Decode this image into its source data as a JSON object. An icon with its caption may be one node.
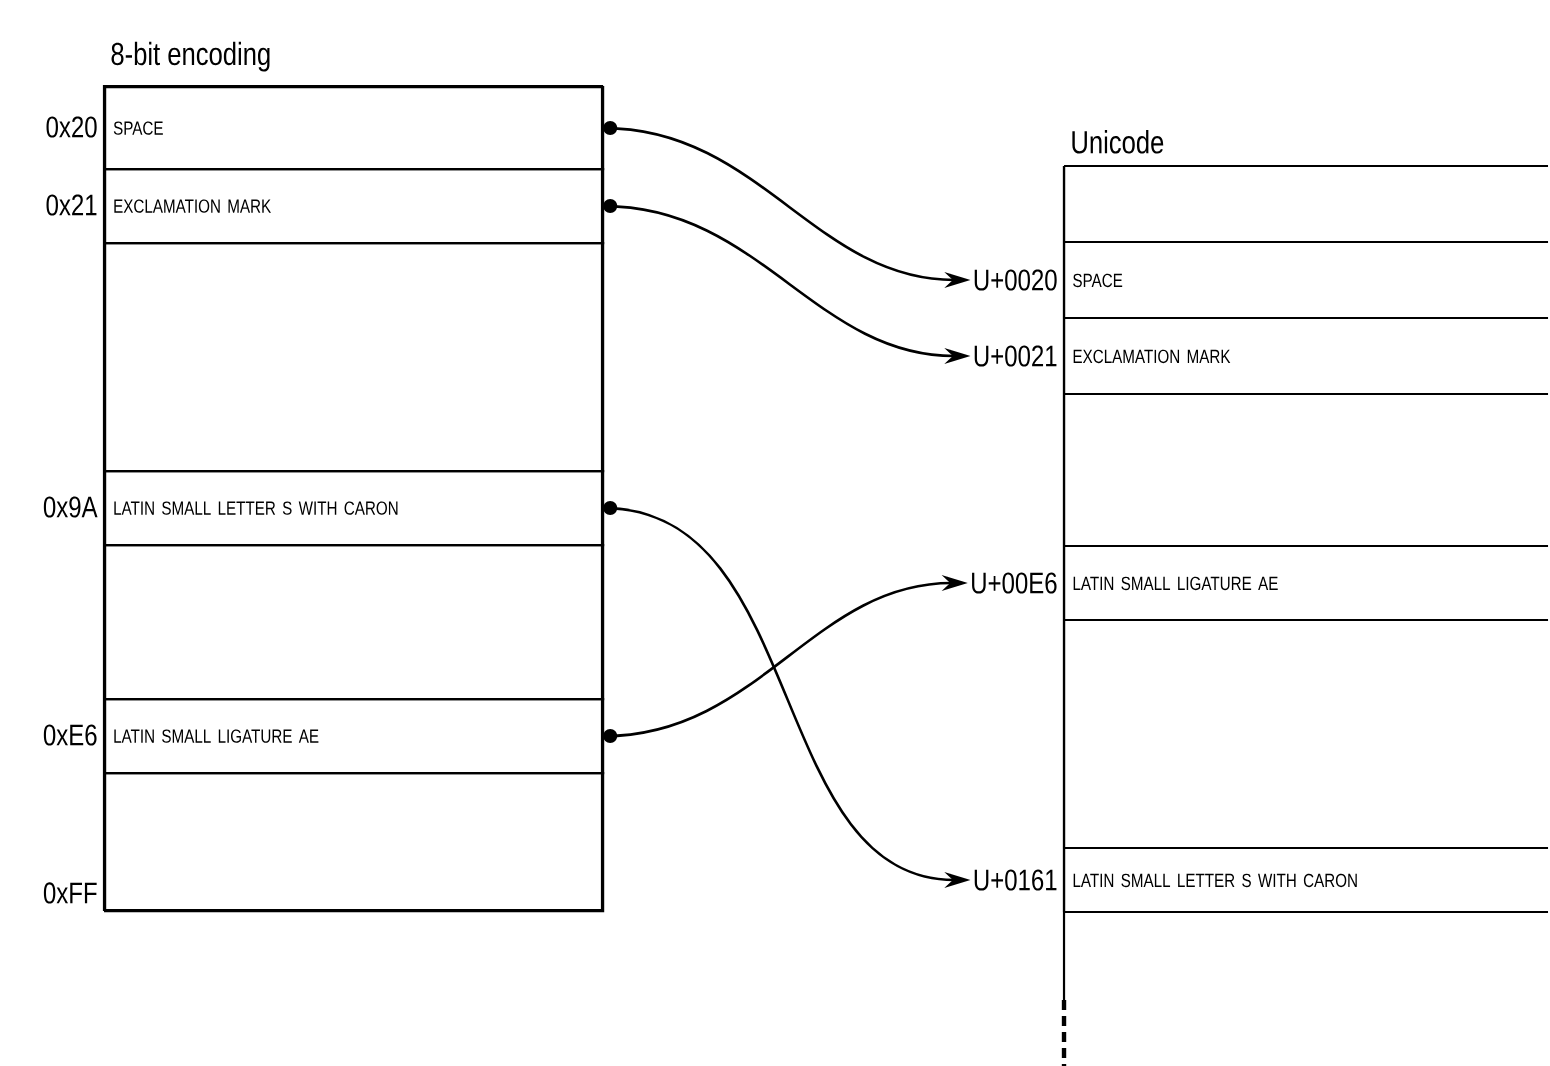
{
  "diagram": {
    "nodes": [
      {
        "text": [
          "8-bit encoding"
        ]
      },
      {
        "text": [
          "0x20",
          "SPACE"
        ],
        "in": 0
      },
      {
        "text": [
          "0x21",
          "EXCLAMATION MARK"
        ],
        "in": 0
      },
      {
        "text": [],
        "shape": "box",
        "in": 0
      },
      {
        "text": [
          "0x9A",
          "LATIN SMALL LETTER S WITH CARON"
        ],
        "in": 0
      },
      {
        "text": [],
        "shape": "box",
        "in": 0
      },
      {
        "text": [
          "0xE6",
          "LATIN SMALL LIGATURE AE"
        ],
        "in": 0
      },
      {
        "text": [
          "0xFF"
        ],
        "in": 0
      },
      {
        "text": [
          "Unicode"
        ]
      },
      {
        "text": [],
        "shape": "box",
        "in": 8
      },
      {
        "text": [
          "U+0020",
          "SPACE"
        ],
        "in": 8
      },
      {
        "text": [
          "U+0021",
          "EXCLAMATION MARK"
        ],
        "in": 8
      },
      {
        "text": [],
        "shape": "box",
        "in": 8
      },
      {
        "text": [
          "U+00E6",
          "LATIN SMALL LIGATURE AE"
        ],
        "in": 8
      },
      {
        "text": [],
        "shape": "box",
        "in": 8
      },
      {
        "text": [
          "U+0161",
          "LATIN SMALL LETTER S WITH CARON"
        ],
        "in": 8
      }
    ],
    "edges": [
      {
        "from": 1,
        "to": 10,
        "arrow": "to"
      },
      {
        "from": 2,
        "to": 11,
        "arrow": "to"
      },
      {
        "from": 4,
        "to": 15,
        "arrow": "to"
      },
      {
        "from": 6,
        "to": 13,
        "arrow": "to"
      }
    ]
  }
}
